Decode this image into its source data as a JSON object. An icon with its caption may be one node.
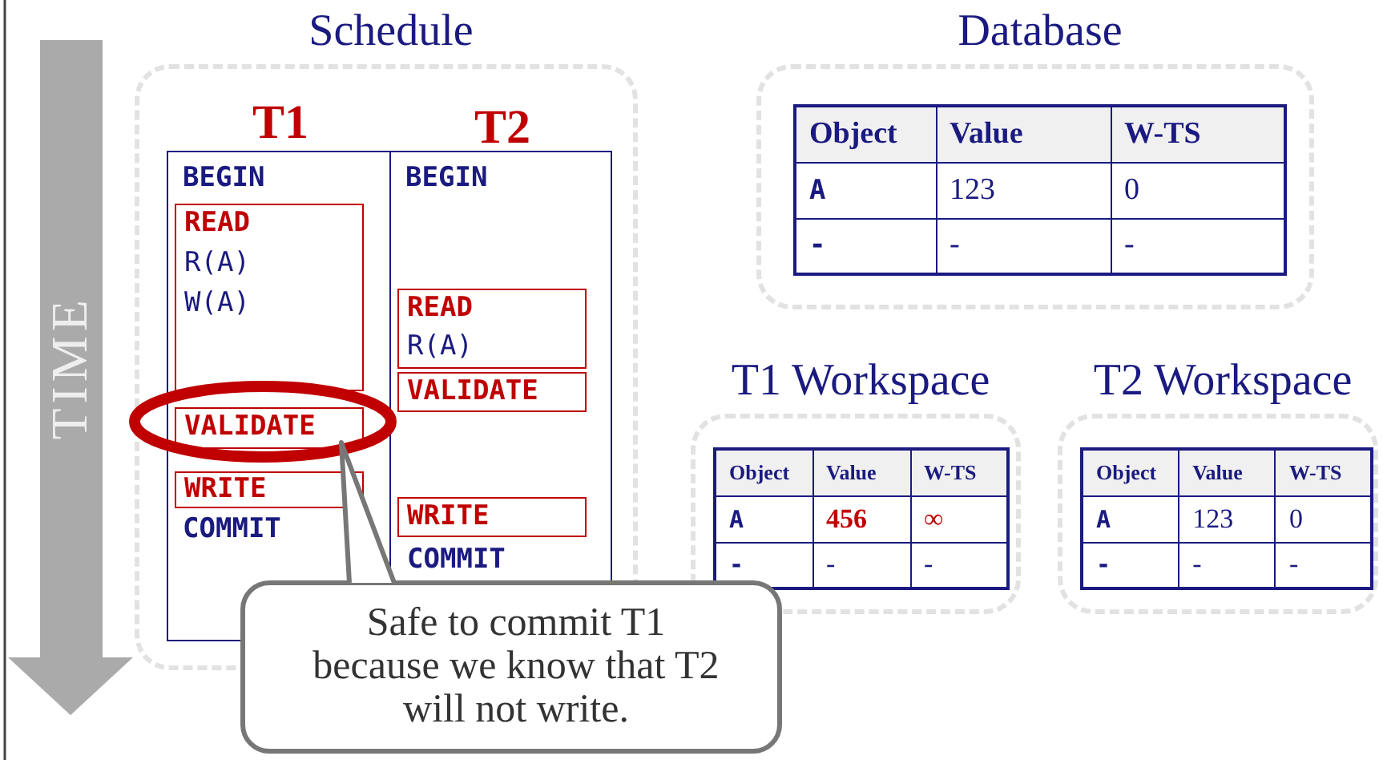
{
  "diagram": {
    "nodes": [
      {
        "text": [
          "Schedule"
        ]
      },
      {
        "text": [
          "T1",
          "BEGIN",
          "COMMIT"
        ],
        "in": 0
      },
      {
        "text": [
          "READ",
          "R(A)",
          "W(A)"
        ],
        "in": 1
      },
      {
        "text": [
          "VALIDATE"
        ],
        "in": 1
      },
      {
        "text": [
          "WRITE"
        ],
        "in": 1
      },
      {
        "text": [
          "T2",
          "BEGIN",
          "COMMIT"
        ],
        "in": 0
      },
      {
        "text": [
          "READ",
          "R(A)"
        ],
        "in": 5
      },
      {
        "text": [
          "VALIDATE"
        ],
        "in": 5
      },
      {
        "text": [
          "WRITE"
        ],
        "in": 5
      },
      {
        "text": [
          "Database"
        ]
      },
      {
        "text": [
          "T1 Workspace"
        ]
      },
      {
        "text": [
          "T2 Workspace"
        ]
      },
      {
        "text": [
          "Safe to commit T1 because we know that T2 will not write."
        ]
      }
    ],
    "edges": [
      {
        "from": 12,
        "to": 3,
        "arrow": "none"
      }
    ],
    "labels": [
      "TIME",
      "Object",
      "Value",
      "W-TS",
      "A",
      "123",
      "0",
      "-",
      "-",
      "-",
      "Object",
      "Value",
      "W-TS",
      "A",
      "456",
      "∞",
      "-",
      "-",
      "-",
      "Object",
      "Value",
      "W-TS",
      "A",
      "123",
      "0",
      "-",
      "-",
      "-"
    ]
  }
}
